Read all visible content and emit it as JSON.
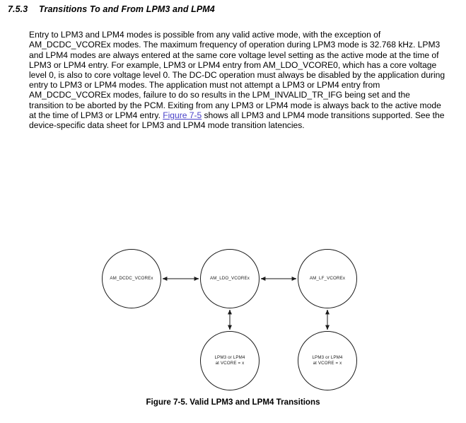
{
  "document": {
    "page_background": "#ffffff",
    "text_color": "#000000",
    "link_color": "#4a42c8"
  },
  "section": {
    "number": "7.5.3",
    "title": "Transitions To and From LPM3 and LPM4"
  },
  "paragraph": {
    "part1": "Entry to LPM3 and LPM4 modes is possible from any valid active mode, with the exception of AM_DCDC_VCOREx modes. The maximum frequency of operation during LPM3 mode is 32.768 kHz. LPM3 and LPM4 modes are always entered at the same core voltage level setting as the active mode at the time of LPM3 or LPM4 entry. For example, LPM3 or LPM4 entry from AM_LDO_VCORE0, which has a core voltage level 0, is also to core voltage level 0. The DC-DC operation must always be disabled by the application during entry to LPM3 or LPM4 modes. The application must not attempt a LPM3 or LPM4 entry from AM_DCDC_VCOREx modes, failure to do so results in the LPM_INVALID_TR_IFG being set and the transition to be aborted by the PCM. Exiting from any LPM3 or LPM4 mode is always back to the active mode at the time of LPM3 or LPM4 entry. ",
    "link_text": "Figure 7-5",
    "part2": " shows all LPM3 and LPM4 mode transitions supported. See the device-specific data sheet for LPM3 and LPM4 mode transition latencies."
  },
  "figure": {
    "caption": "Figure 7-5. Valid LPM3 and LPM4 Transitions",
    "node_stroke": "#1b1b1b",
    "edge_color": "#8a8a8a",
    "arrowhead_color": "#1b1b1b",
    "nodes": [
      {
        "id": "am-dcdc",
        "label": "AM_DCDC_VCOREx"
      },
      {
        "id": "am-ldo",
        "label": "AM_LDO_VCOREx"
      },
      {
        "id": "am-lf",
        "label": "AM_LF_VCOREx"
      },
      {
        "id": "lpm-mid",
        "label": "LPM3 or LPM4\nat VCORE = x"
      },
      {
        "id": "lpm-right",
        "label": "LPM3 or LPM4\nat VCORE = x"
      }
    ],
    "edges": [
      {
        "from": "am-dcdc",
        "to": "am-ldo",
        "direction": "bidirectional",
        "orientation": "horizontal"
      },
      {
        "from": "am-ldo",
        "to": "am-lf",
        "direction": "bidirectional",
        "orientation": "horizontal"
      },
      {
        "from": "am-ldo",
        "to": "lpm-mid",
        "direction": "bidirectional",
        "orientation": "vertical"
      },
      {
        "from": "am-lf",
        "to": "lpm-right",
        "direction": "bidirectional",
        "orientation": "vertical"
      }
    ]
  }
}
